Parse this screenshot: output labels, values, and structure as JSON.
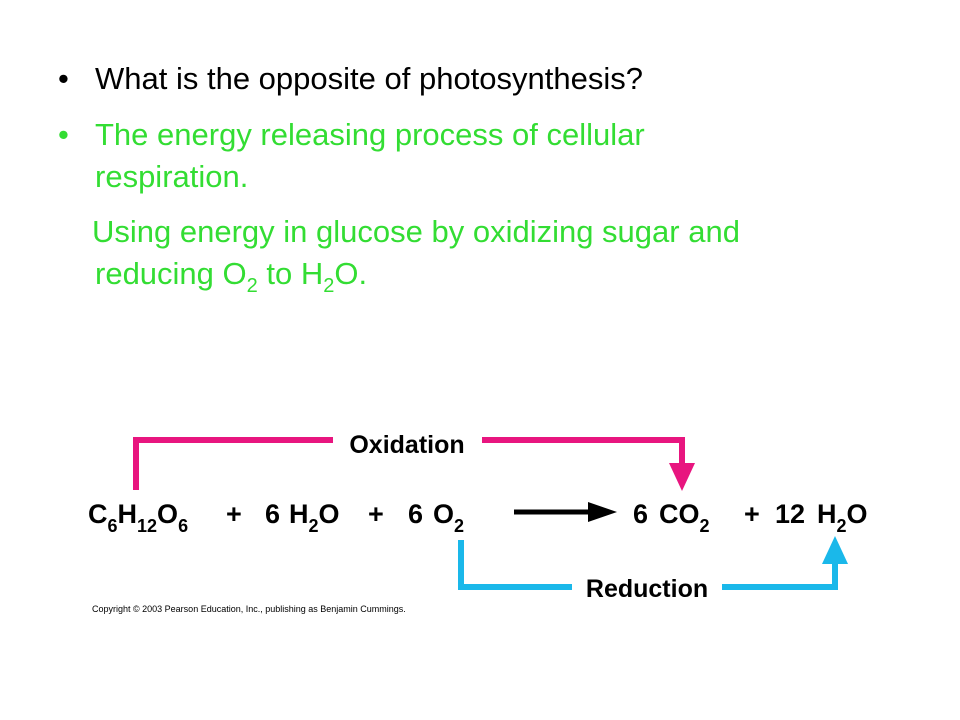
{
  "bullets": {
    "question": "What is the opposite of photosynthesis?",
    "answer_line1": "The energy releasing process of cellular",
    "answer_line2": "respiration.",
    "detail_line1": "Using energy in glucose by oxidizing sugar and",
    "detail_line2_pre": "reducing O",
    "detail_line2_sub1": "2",
    "detail_line2_mid": " to H",
    "detail_line2_sub2": "2",
    "detail_line2_post": "O.",
    "bullet_glyph": "•"
  },
  "diagram": {
    "oxidation_label": "Oxidation",
    "reduction_label": "Reduction",
    "equation": {
      "glucose": [
        "C",
        "6",
        "H",
        "12",
        "O",
        "6"
      ],
      "plus1": "+",
      "water_coef": "6",
      "water": [
        "H",
        "2",
        "O"
      ],
      "plus2": "+",
      "oxygen_coef": "6",
      "oxygen": [
        "O",
        "2"
      ],
      "co2_coef": "6",
      "co2": [
        "CO",
        "2"
      ],
      "plus3": "+",
      "water2_coef": "12",
      "water2": [
        "H",
        "2",
        "O"
      ]
    },
    "colors": {
      "oxidation": "#e8157f",
      "reduction": "#1ab8ea",
      "answer_text": "#33dd33"
    }
  },
  "copyright": "Copyright © 2003 Pearson Education, Inc., publishing as Benjamin Cummings."
}
